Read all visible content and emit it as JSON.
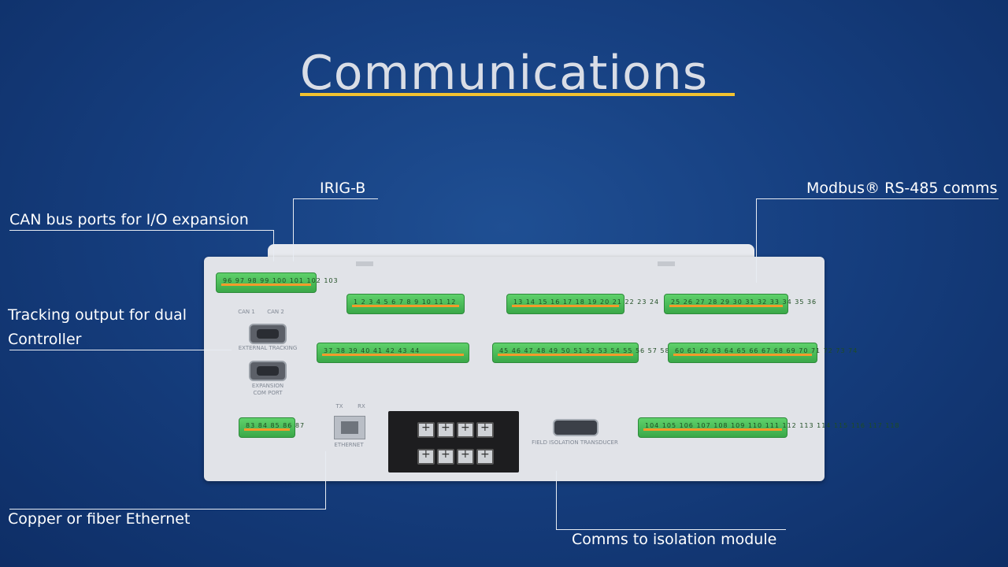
{
  "title": "Communications",
  "callouts": {
    "irig": "IRIG-B",
    "can": "CAN bus ports for I/O expansion",
    "modbus": "Modbus® RS-485 comms",
    "tracking_line1": "Tracking output for dual",
    "tracking_line2": "Controller",
    "ethernet": "Copper or fiber Ethernet",
    "isolation": "Comms to isolation module"
  },
  "device": {
    "labels": {
      "external_tracking": "EXTERNAL TRACKING",
      "expansion_com_port_line1": "EXPANSION",
      "expansion_com_port_line2": "COM PORT",
      "ethernet": "ETHERNET",
      "tx": "TX",
      "rx": "RX",
      "field_isolation_transducer": "FIELD ISOLATION TRANSDUCER",
      "can1": "CAN 1",
      "can2": "CAN 2"
    },
    "terminals": {
      "tb_top_left": "96 97 98 99 100 101 102 103",
      "tb_1_12": "1 2 3 4 5 6 7 8 9 10 11 12",
      "tb_13_24": "13 14 15 16 17 18 19 20 21 22 23 24",
      "tb_25_36": "25 26 27 28 29 30 31 32 33 34 35 36",
      "tb_37_44": "37 38 39 40 41 42 43 44",
      "tb_45_59": "45 46 47 48 49 50 51 52 53 54 55 56 57 58 59",
      "tb_60_74": "60 61 62 63 64 65 66 67 68 69 70 71 72 73 74",
      "tb_83_87": "83 84 85 86 87",
      "tb_104_118": "104 105 106 107 108 109 110 111 112 113 114 115 116 117 118"
    }
  }
}
